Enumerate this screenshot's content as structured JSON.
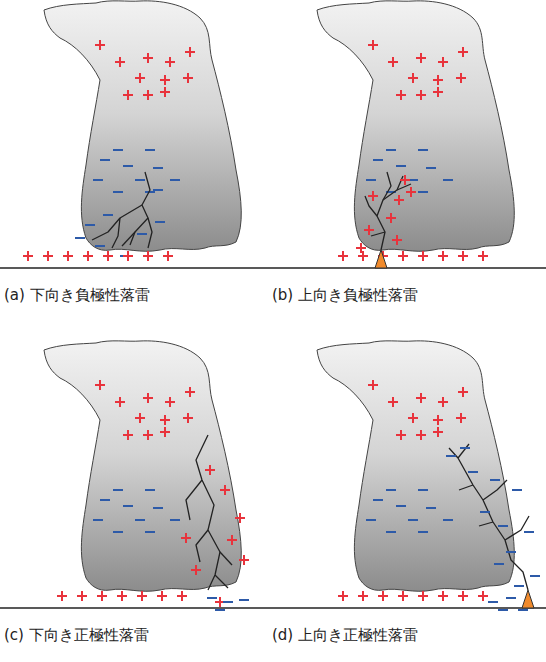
{
  "diagram": {
    "labels": [
      "(a) 下向き負極性落雷",
      "(b) 上向き負極性落雷",
      "(c) 下向き正極性落雷",
      "(d) 上向き正極性落雷"
    ]
  }
}
